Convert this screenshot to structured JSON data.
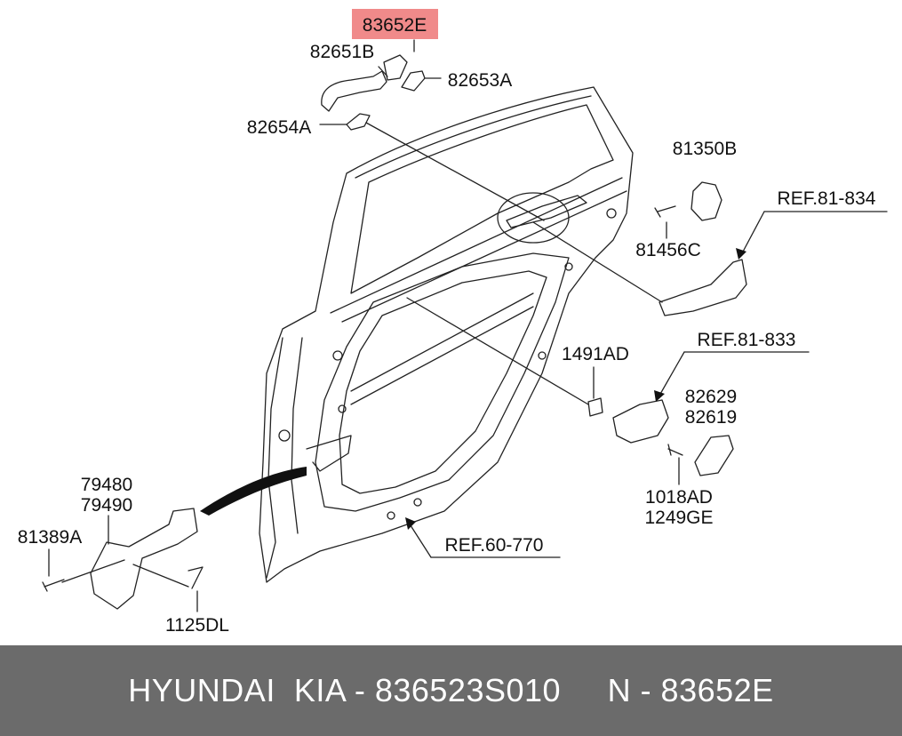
{
  "highlight_color": "#f08a8a",
  "footer_color": "#6b6b6b",
  "labels": {
    "p83652E": "83652E",
    "p82651B": "82651B",
    "p82653A": "82653A",
    "p82654A": "82654A",
    "p81350B": "81350B",
    "p81456C": "81456C",
    "ref81834": "REF.81-834",
    "ref81833": "REF.81-833",
    "p1491AD": "1491AD",
    "p82629": "82629",
    "p82619": "82619",
    "p1018AD": "1018AD",
    "p1249GE": "1249GE",
    "ref60770": "REF.60-770",
    "p79480": "79480",
    "p79490": "79490",
    "p81389A": "81389A",
    "p1125DL": "1125DL"
  },
  "footer": {
    "text": "HYUNDAI  KIA - 836523S010     N - 83652E"
  }
}
